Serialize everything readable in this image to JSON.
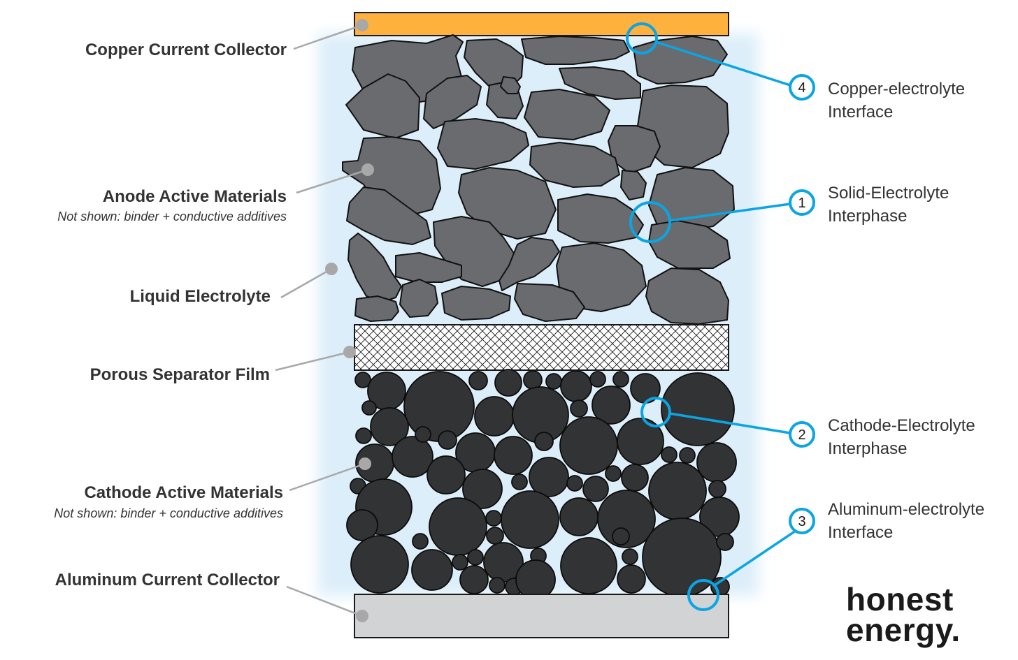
{
  "labels": {
    "copper_collector": "Copper Current Collector",
    "anode_title": "Anode Active Materials",
    "anode_note": "Not shown: binder + conductive additives",
    "electrolyte": "Liquid Electrolyte",
    "separator": "Porous Separator Film",
    "cathode_title": "Cathode Active Materials",
    "cathode_note": "Not shown: binder + conductive additives",
    "aluminum_collector": "Aluminum Current Collector"
  },
  "interfaces": [
    {
      "number": "4",
      "line1": "Copper-electrolyte",
      "line2": "Interface"
    },
    {
      "number": "1",
      "line1": "Solid-Electrolyte",
      "line2": "Interphase"
    },
    {
      "number": "2",
      "line1": "Cathode-Electrolyte",
      "line2": "Interphase"
    },
    {
      "number": "3",
      "line1": "Aluminum-electrolyte",
      "line2": "Interface"
    }
  ],
  "brand": {
    "line1": "honest",
    "line2": "energy."
  },
  "colors": {
    "copper": "#FFB13D",
    "aluminum": "#D2D3D5",
    "electrolyte": "#DCEEF9",
    "anode_particle": "#6A6B6F",
    "cathode_particle": "#323335",
    "callout": "#0BA5E3",
    "leader": "#A8A8A8"
  },
  "icons": {
    "callout_marker": "circle-outline-icon",
    "leader_dot": "dot-icon"
  }
}
